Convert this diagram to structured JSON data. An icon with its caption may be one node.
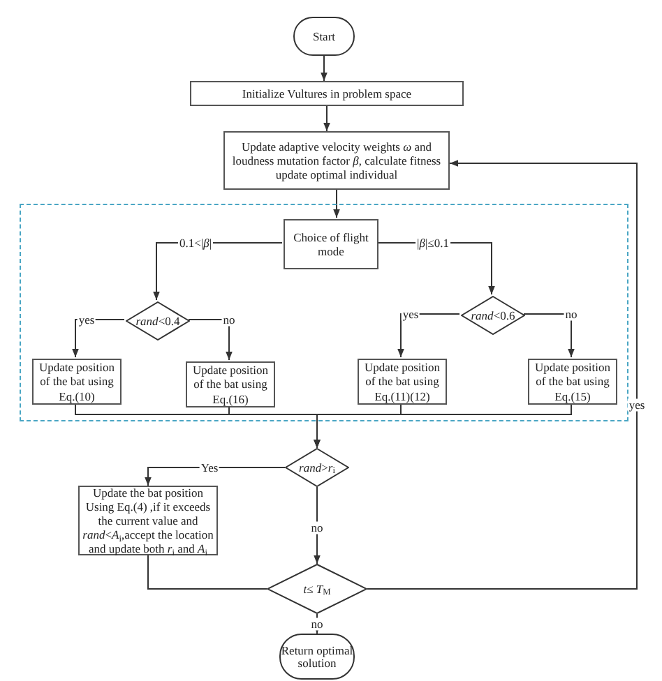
{
  "diagram": {
    "nodes": [
      {
        "text": [
          "Start"
        ]
      },
      {
        "text": [
          "Initialize Vultures in problem space"
        ]
      },
      {
        "text": [
          "Update adaptive velocity weights *ω* and loudness mutation factor *β*, calculate fitness update optimal individual"
        ]
      },
      {
        "text": [],
        "shape": "box"
      },
      {
        "text": [
          "Choice of flight mode"
        ],
        "in": 3
      },
      {
        "text": [
          "*rand*<0.4"
        ],
        "in": 3
      },
      {
        "text": [
          "*rand*<0.6"
        ],
        "in": 3
      },
      {
        "text": [
          "Update position of the bat using Eq.(10)"
        ],
        "in": 3
      },
      {
        "text": [
          "Update position of the bat using Eq.(16)"
        ],
        "in": 3
      },
      {
        "text": [
          "Update position of the bat using Eq.(11)(12)"
        ],
        "in": 3
      },
      {
        "text": [
          "Update position of the bat using Eq.(15)"
        ],
        "in": 3
      },
      {
        "text": [
          "*rand*>*r*$_{i}$"
        ]
      },
      {
        "text": [
          "Update the bat position Using Eq.(4) ,if it exceeds the current value and *rand*<*A*$_{i}$,accept the location and update both *r*$_{i}$ and *A*$_{i}$"
        ]
      },
      {
        "text": [
          "*t*≤ *T*$_{M}$"
        ]
      },
      {
        "text": [
          "Return optimal solution"
        ]
      }
    ],
    "edges": [
      {
        "from": 0,
        "to": 1,
        "arrow": "to"
      },
      {
        "from": 1,
        "to": 2,
        "arrow": "to"
      },
      {
        "from": 2,
        "to": 4,
        "arrow": "to"
      },
      {
        "from": 4,
        "to": 5,
        "arrow": "to",
        "label": "0.1<|*β*|"
      },
      {
        "from": 4,
        "to": 6,
        "arrow": "to",
        "label": "|*β*|≤0.1"
      },
      {
        "from": 5,
        "to": 7,
        "arrow": "to",
        "label": "yes"
      },
      {
        "from": 5,
        "to": 8,
        "arrow": "to",
        "label": "no"
      },
      {
        "from": 6,
        "to": 9,
        "arrow": "to",
        "label": "yes"
      },
      {
        "from": 6,
        "to": 10,
        "arrow": "to",
        "label": "no"
      },
      {
        "from": 7,
        "to": 11,
        "arrow": "to"
      },
      {
        "from": 8,
        "to": 11,
        "arrow": "to"
      },
      {
        "from": 9,
        "to": 11,
        "arrow": "to"
      },
      {
        "from": 10,
        "to": 11,
        "arrow": "to"
      },
      {
        "from": 11,
        "to": 12,
        "arrow": "to",
        "label": "Yes"
      },
      {
        "from": 11,
        "to": 13,
        "arrow": "to",
        "label": "no"
      },
      {
        "from": 12,
        "to": 13,
        "arrow": "none"
      },
      {
        "from": 13,
        "to": 2,
        "arrow": "to",
        "label": "yes"
      },
      {
        "from": 13,
        "to": 14,
        "arrow": "to",
        "label": "no"
      }
    ]
  }
}
